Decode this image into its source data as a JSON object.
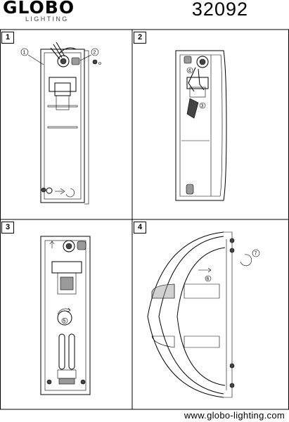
{
  "header": {
    "brand_name": "GLOBO",
    "brand_sub": "LIGHTING",
    "model_number": "32092"
  },
  "panels": [
    {
      "number": "1",
      "callouts": [
        "1",
        "2"
      ]
    },
    {
      "number": "2",
      "callouts": [
        "4",
        "3"
      ]
    },
    {
      "number": "3",
      "callouts": [
        "5"
      ]
    },
    {
      "number": "4",
      "callouts": [
        "6",
        "7"
      ]
    }
  ],
  "footer": {
    "website": "www.globo-lighting.com"
  }
}
